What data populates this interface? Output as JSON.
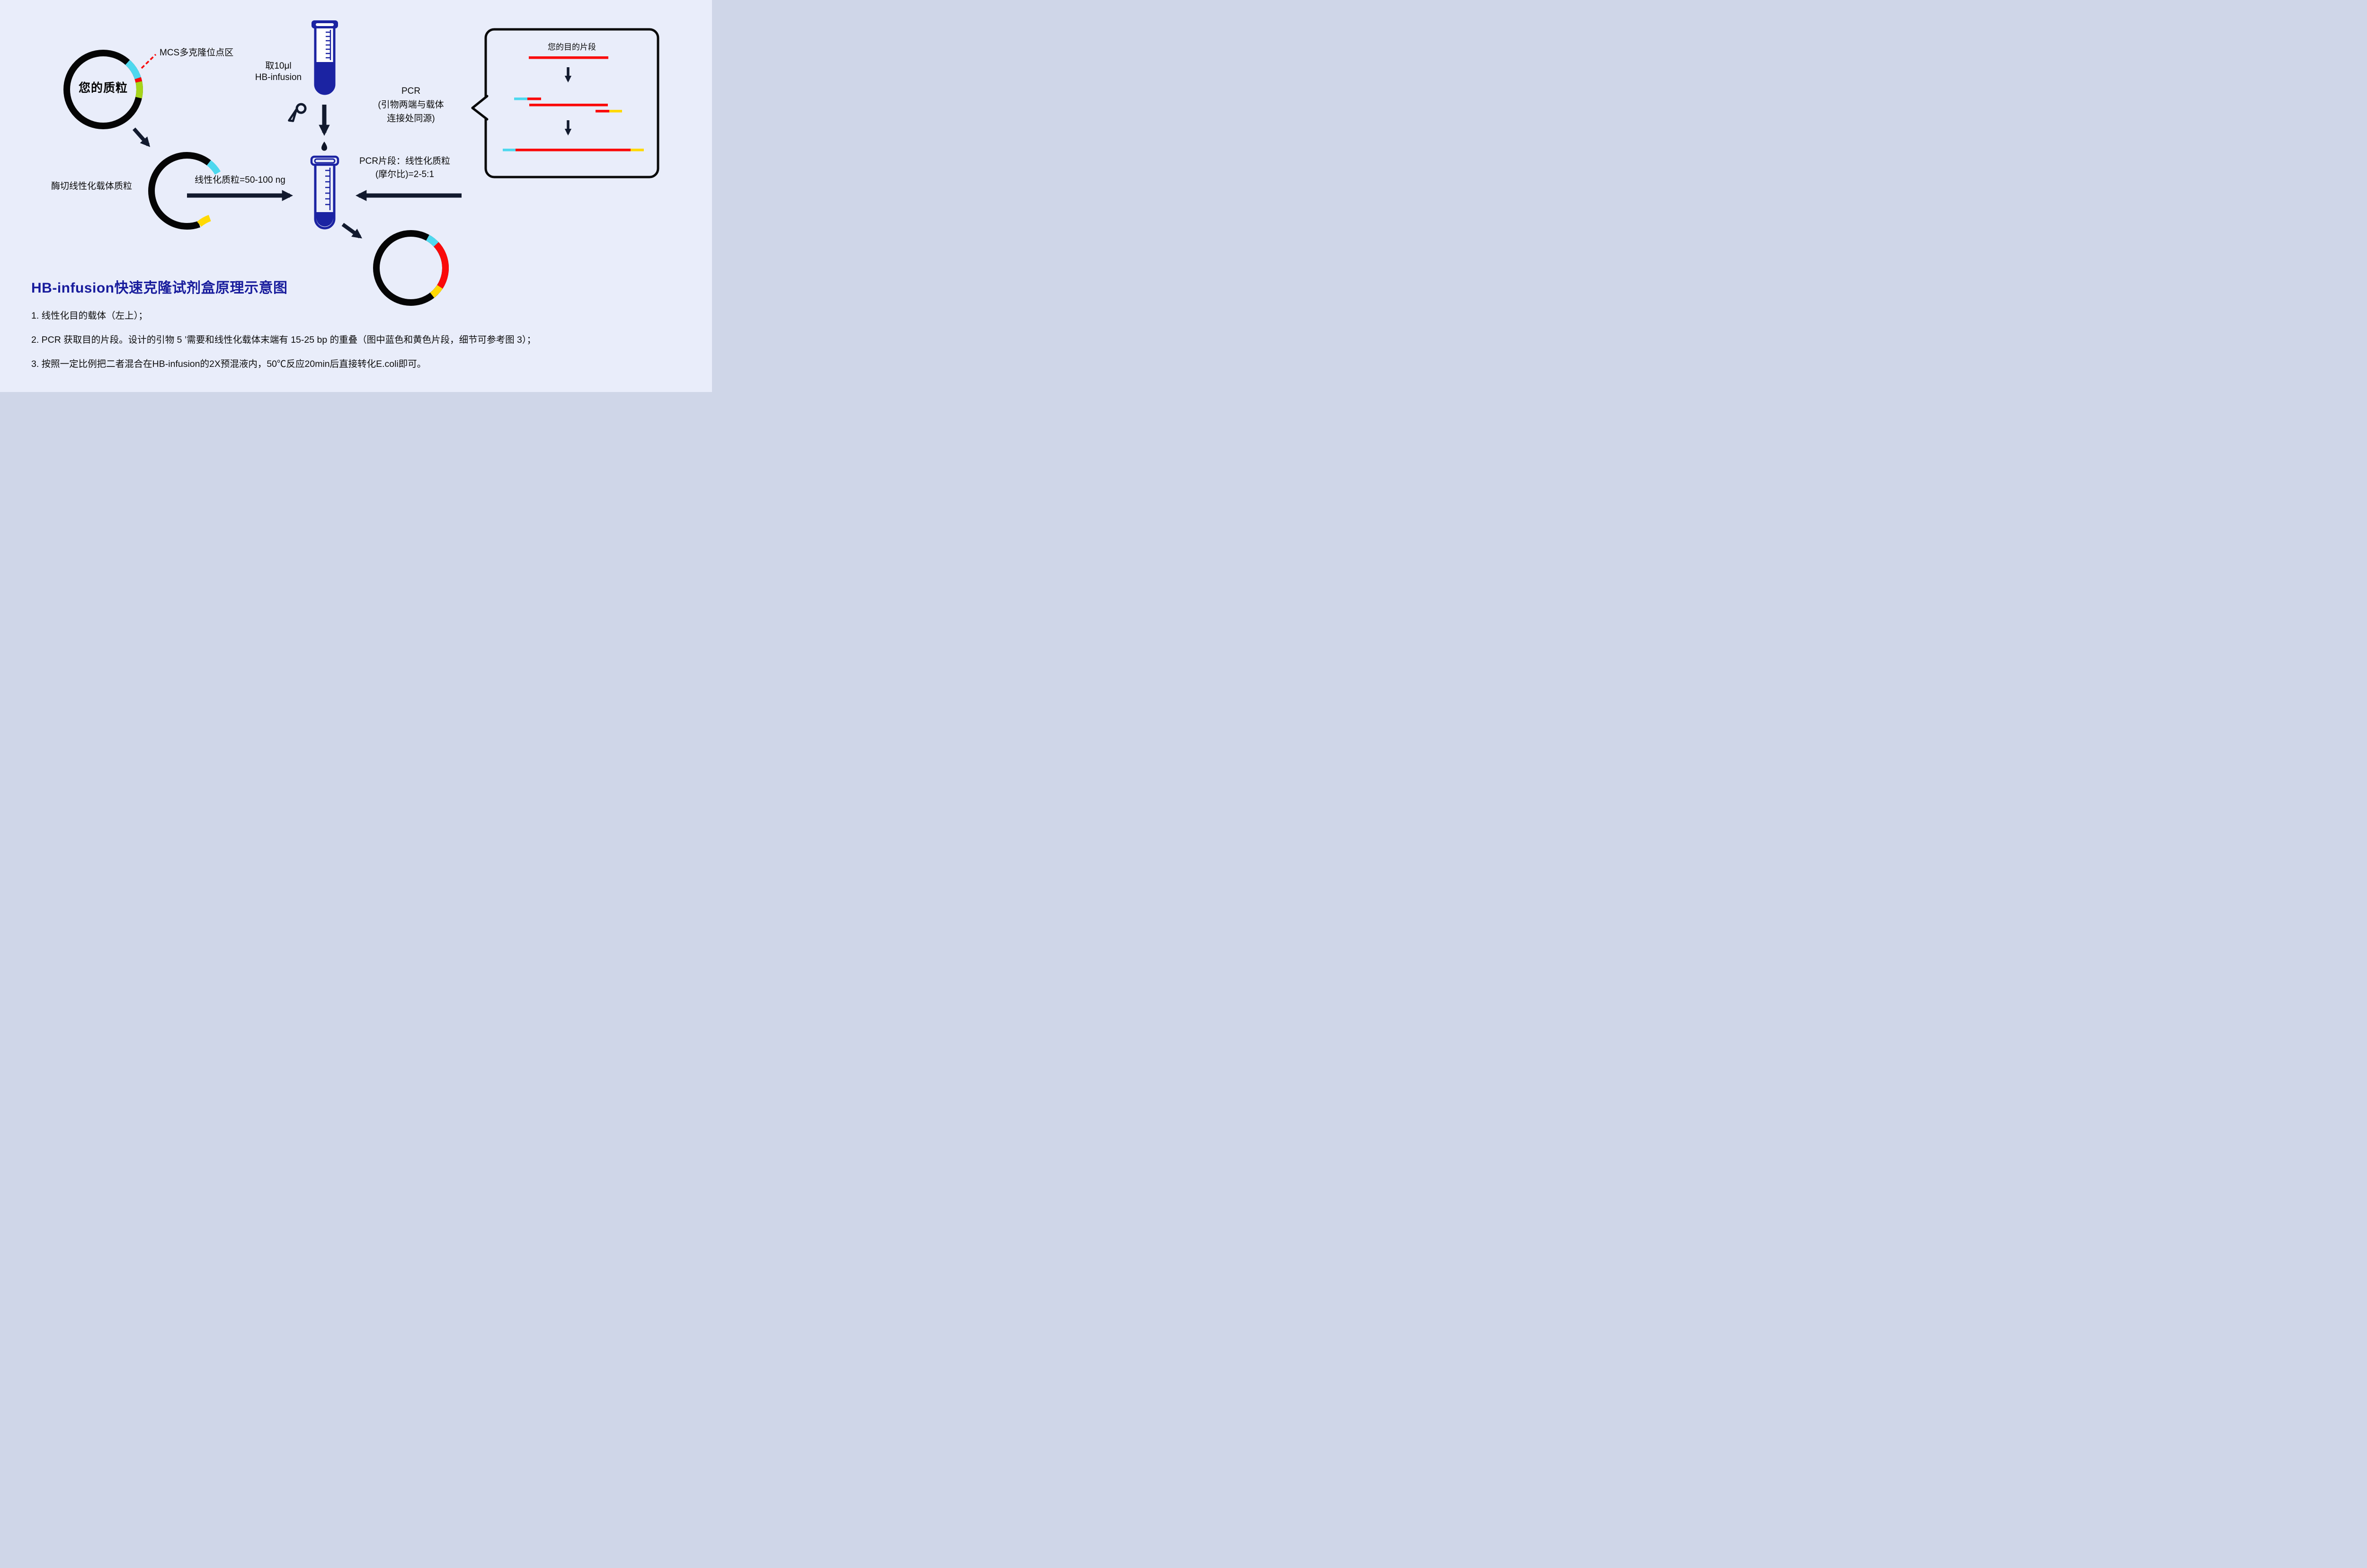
{
  "title": {
    "text": "HB-infusion快速克隆试剂盒原理示意图"
  },
  "labels": {
    "plasmid1": "您的质粒",
    "mcs": "MCS多克隆位点区",
    "take_volume": "取10μl",
    "take_product": "HB-infusion",
    "pcr_title": "PCR",
    "pcr_note1": "(引物两端与载体",
    "pcr_note2": "连接处同源)",
    "digest": "酶切线性化载体质粒",
    "linear_amount": "线性化质粒=50-100 ng",
    "ratio1": "PCR片段：线性化质粒",
    "ratio2": "(摩尔比)=2-5:1",
    "callout_title": "您的目的片段"
  },
  "steps": [
    "1. 线性化目的载体（左上）；",
    "2. PCR 获取目的片段。设计的引物 5 ’需要和线性化载体末端有 15-25 bp 的重叠（图中蓝色和黄色片段，细节可参考图 3）；",
    "3. 按照一定比例把二者混合在HB-infusion的2X预混液内，50℃反应20min后直接转化E.coli即可。"
  ],
  "colors": {
    "background": "#e9edfa",
    "ring_black": "#050505",
    "ink_arrow": "#121a2e",
    "tube_navy": "#1b23a2",
    "title_navy": "#181c9c",
    "segment_cyan": "#4ed8ee",
    "segment_red": "#fa0a0a",
    "segment_lime": "#a6d41a",
    "segment_yellow": "#ffd903",
    "leader_red": "#f80909"
  }
}
